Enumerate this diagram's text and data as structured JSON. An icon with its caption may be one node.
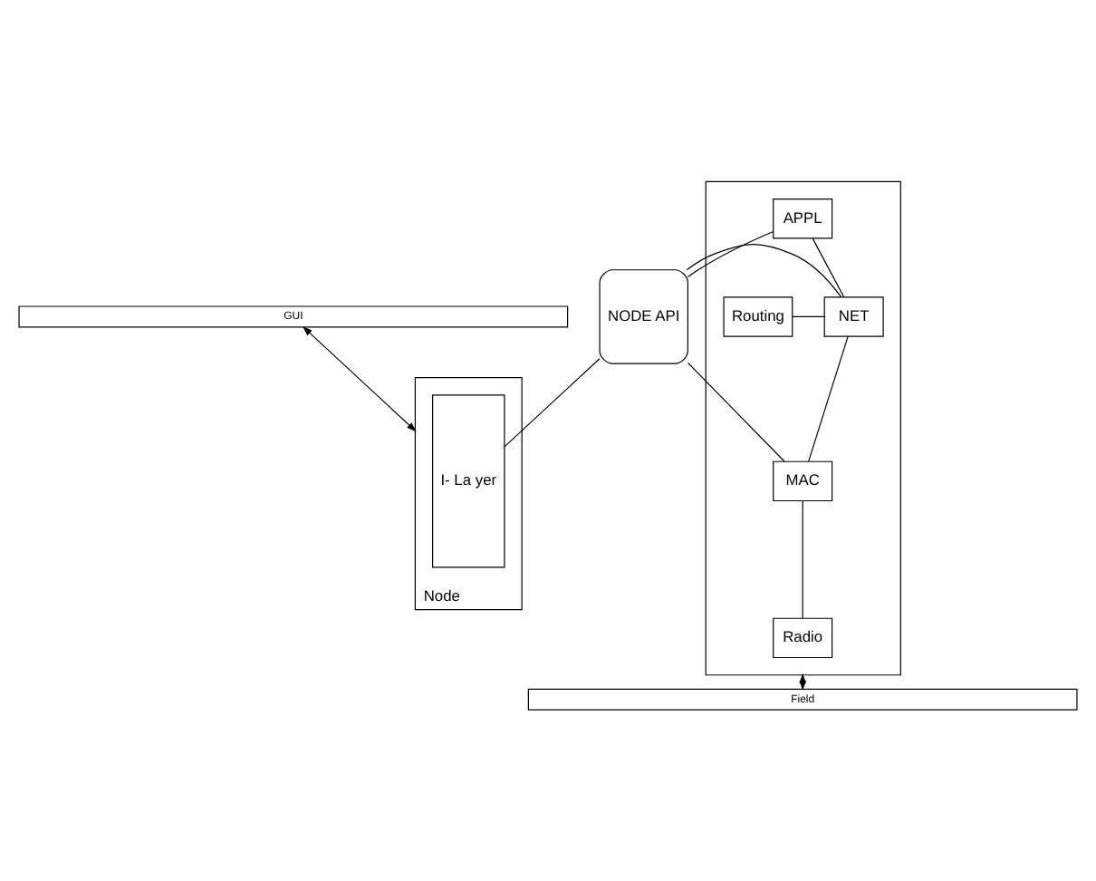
{
  "diagram": {
    "nodes": [
      {
        "text": [
          "GUI"
        ]
      },
      {
        "text": [],
        "shape": "box"
      },
      {
        "text": [
          "APPL"
        ],
        "in": 1
      },
      {
        "text": [
          "Routing"
        ],
        "in": 1
      },
      {
        "text": [
          "NET"
        ],
        "in": 1
      },
      {
        "text": [
          "MAC"
        ],
        "in": 1
      },
      {
        "text": [
          "Radio"
        ],
        "in": 1
      },
      {
        "text": [
          "NODE API"
        ]
      },
      {
        "text": [
          "Node"
        ]
      },
      {
        "text": [
          "I- La yer"
        ],
        "in": 8
      },
      {
        "text": [
          "Field"
        ]
      }
    ],
    "edges": [
      {
        "from": 0,
        "to": 8,
        "arrow": "both"
      },
      {
        "from": 2,
        "to": 4,
        "arrow": "none"
      },
      {
        "from": 3,
        "to": 4,
        "arrow": "none"
      },
      {
        "from": 4,
        "to": 5,
        "arrow": "none"
      },
      {
        "from": 5,
        "to": 6,
        "arrow": "none"
      },
      {
        "from": 2,
        "to": 7,
        "arrow": "none"
      },
      {
        "from": 4,
        "to": 7,
        "arrow": "none"
      },
      {
        "from": 5,
        "to": 7,
        "arrow": "none"
      },
      {
        "from": 7,
        "to": 9,
        "arrow": "none"
      },
      {
        "from": 1,
        "to": 10,
        "arrow": "both"
      }
    ]
  }
}
